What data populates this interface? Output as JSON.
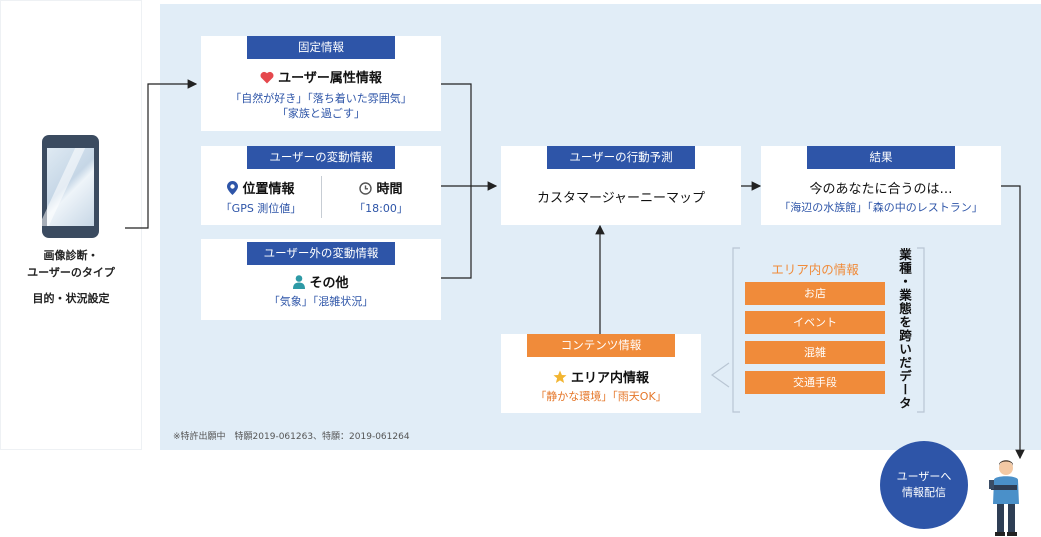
{
  "left": {
    "label_line1": "画像診断・",
    "label_line2": "ユーザーのタイプ",
    "label_line3": "目的・状況設定"
  },
  "fixed_info": {
    "tag": "固定情報",
    "title": "ユーザー属性情報",
    "sub1": "「自然が好き」「落ち着いた雰囲気」",
    "sub2": "「家族と過ごす」"
  },
  "variable_info": {
    "tag": "ユーザーの変動情報",
    "location_title": "位置情報",
    "location_sub": "「GPS 測位値」",
    "time_title": "時間",
    "time_sub": "「18:00」"
  },
  "external_info": {
    "tag": "ユーザー外の変動情報",
    "title": "その他",
    "sub": "「気象」「混雑状況」"
  },
  "prediction": {
    "tag": "ユーザーの行動予測",
    "title": "カスタマージャーニーマップ"
  },
  "result": {
    "tag": "結果",
    "title": "今のあなたに合うのは…",
    "sub": "「海辺の水族館」「森の中のレストラン」"
  },
  "content_info": {
    "tag": "コンテンツ情報",
    "title": "エリア内情報",
    "sub": "「静かな環境」「雨天OK」"
  },
  "area_info": {
    "title": "エリア内の情報",
    "items": [
      "お店",
      "イベント",
      "混雑",
      "交通手段"
    ],
    "side_text": "業種・業態を跨いだデータ"
  },
  "patent_note": "※特許出願中　特願2019-061263、特願：2019-061264",
  "delivery": {
    "line1": "ユーザーへ",
    "line2": "情報配信"
  },
  "colors": {
    "accent_blue": "#2e55a8",
    "accent_orange": "#f08b3a",
    "background": "#e1edf7"
  }
}
